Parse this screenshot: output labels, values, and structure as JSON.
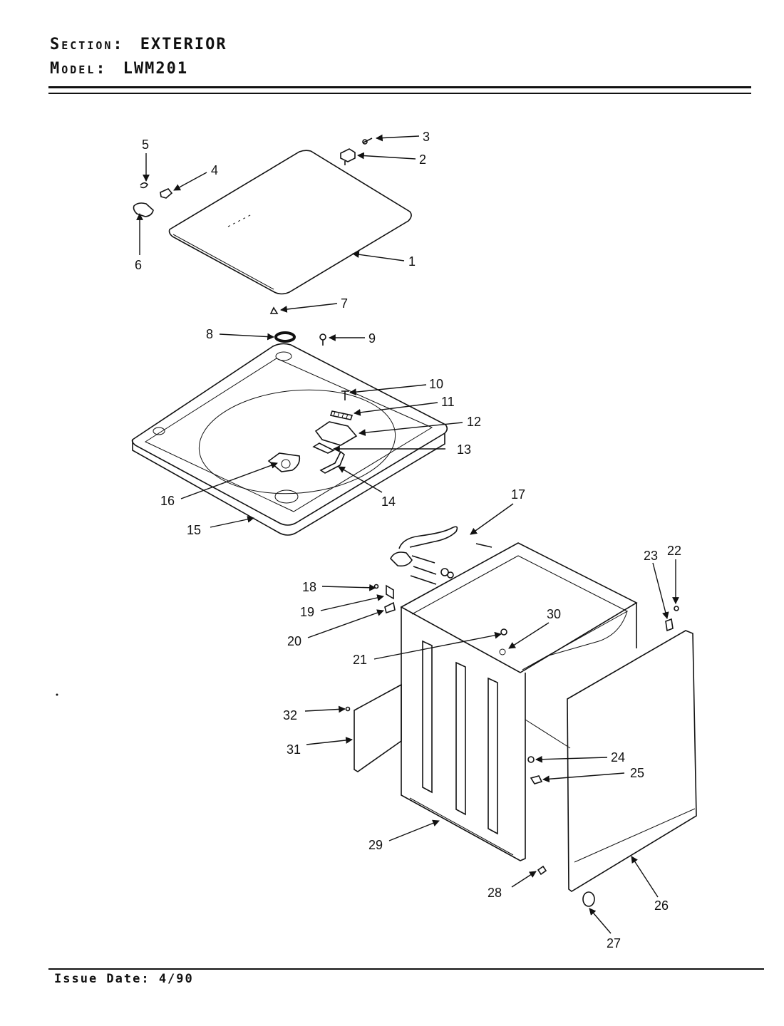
{
  "header": {
    "section_key": "Section:",
    "section_value": "EXTERIOR",
    "model_key": "Model:",
    "model_value": "LWM201"
  },
  "footer": {
    "issue_date": "Issue Date: 4/90"
  },
  "callouts": [
    "1",
    "2",
    "3",
    "4",
    "5",
    "6",
    "7",
    "8",
    "9",
    "10",
    "11",
    "12",
    "13",
    "14",
    "15",
    "16",
    "17",
    "18",
    "19",
    "20",
    "21",
    "22",
    "23",
    "24",
    "25",
    "26",
    "27",
    "28",
    "29",
    "30",
    "31",
    "32"
  ]
}
